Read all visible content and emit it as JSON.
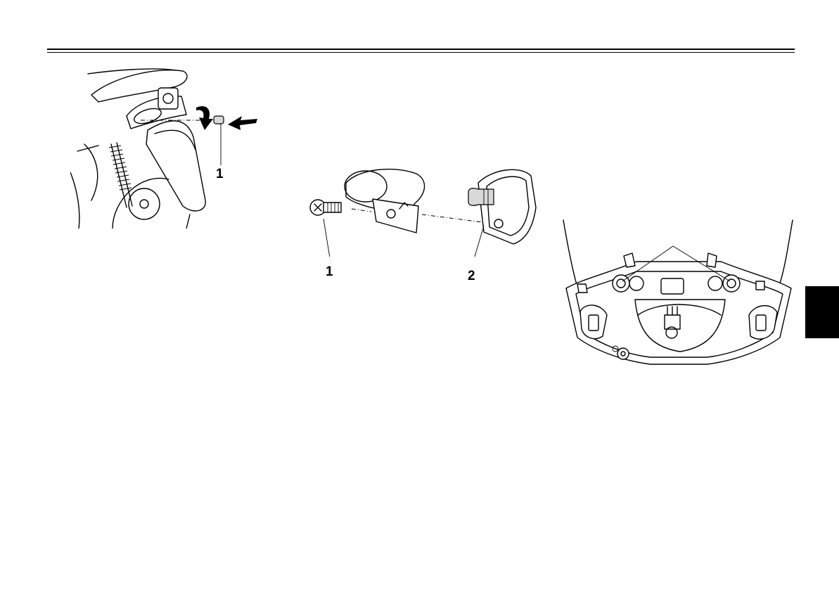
{
  "figures": {
    "fig1": {
      "callout_1": "1"
    },
    "fig2": {
      "callout_1": "1",
      "callout_2": "2"
    },
    "fig3": {}
  },
  "icons": [
    "rotate-arrow-icon",
    "push-arrow-icon"
  ]
}
